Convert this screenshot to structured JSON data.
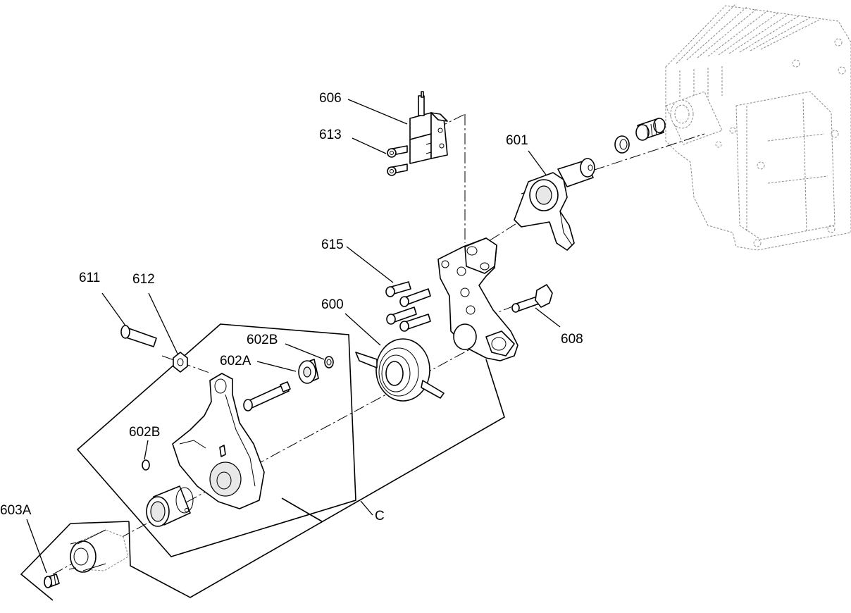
{
  "callouts": {
    "c606": "606",
    "c613": "613",
    "c601": "601",
    "c615": "615",
    "c600": "600",
    "c608": "608",
    "c611": "611",
    "c612": "612",
    "c602b_top": "602B",
    "c602a": "602A",
    "c602b_left": "602B",
    "c603a": "603A",
    "cC": "C"
  },
  "colors": {
    "line": "#000000",
    "background": "#ffffff",
    "phantom": "#888888"
  }
}
